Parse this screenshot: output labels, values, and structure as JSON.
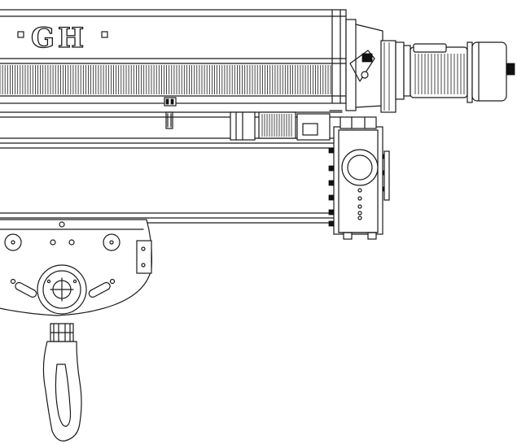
{
  "drawing": {
    "logo": {
      "text": "GH"
    },
    "colors": {
      "stroke": "#1a1a1a",
      "background": "#ffffff"
    },
    "components": [
      "hoist-drum-housing",
      "drum-grooves",
      "motor-gearbox",
      "end-carriage",
      "trolley-frame",
      "bottom-block",
      "sheave",
      "hook"
    ]
  }
}
